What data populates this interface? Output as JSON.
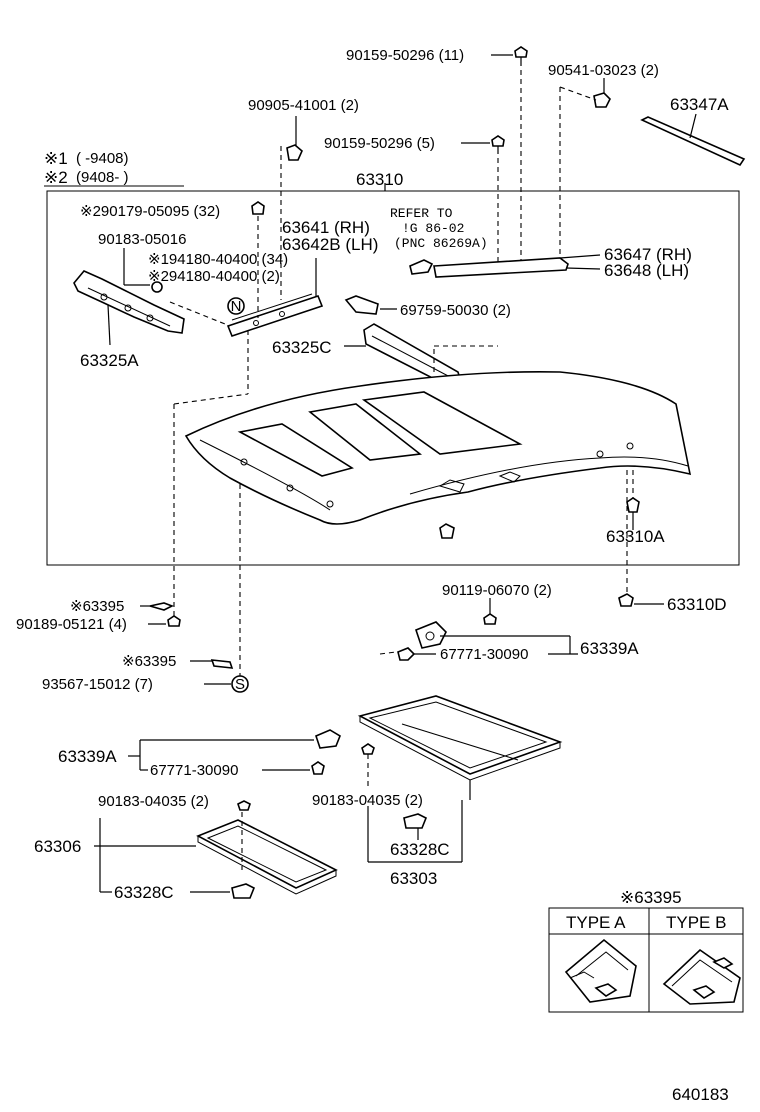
{
  "legend": {
    "note1_mark": "※1",
    "note1_range": "(      -9408)",
    "note2_mark": "※2",
    "note2_range": "(9408-        )"
  },
  "labels": {
    "p_90159_50296_11": "90159-50296 (11)",
    "p_90541_03023": "90541-03023 (2)",
    "p_63347A": "63347A",
    "p_90905_41001": "90905-41001 (2)",
    "p_90159_50296_5": "90159-50296 (5)",
    "p_63310": "63310",
    "p_90179_05095": "※290179-05095 (32)",
    "p_refer_1": "REFER TO",
    "p_refer_2": "!G 86-02",
    "p_refer_3": "(PNC 86269A)",
    "p_63641": "63641  (RH)",
    "p_63642B": "63642B (LH)",
    "p_90183_05016": "90183-05016",
    "p_94180_40400_34": "※194180-40400 (34)",
    "p_94180_40400_2": "※294180-40400 (2)",
    "p_63647": "63647 (RH)",
    "p_63648": "63648 (LH)",
    "p_69759_50030": "69759-50030 (2)",
    "p_63325A": "63325A",
    "p_63325C": "63325C",
    "p_63310A": "63310A",
    "p_circle_N": "N",
    "p_63395_a": "※63395",
    "p_90189_05121": "90189-05121 (4)",
    "p_90119_06070": "90119-06070 (2)",
    "p_63310D": "63310D",
    "p_67771_30090_a": "67771-30090",
    "p_63339A_a": "63339A",
    "p_63395_b": "※63395",
    "p_93567_15012": "93567-15012 (7)",
    "p_circle_S": "S",
    "p_63339A_b": "63339A",
    "p_67771_30090_b": "67771-30090",
    "p_90183_04035_a": "90183-04035 (2)",
    "p_90183_04035_b": "90183-04035 (2)",
    "p_63306": "63306",
    "p_63328C_a": "63328C",
    "p_63303": "63303",
    "p_63328C_b": "63328C",
    "type_box_title": "※63395",
    "type_a": "TYPE A",
    "type_b": "TYPE B",
    "figure_number": "640183"
  }
}
